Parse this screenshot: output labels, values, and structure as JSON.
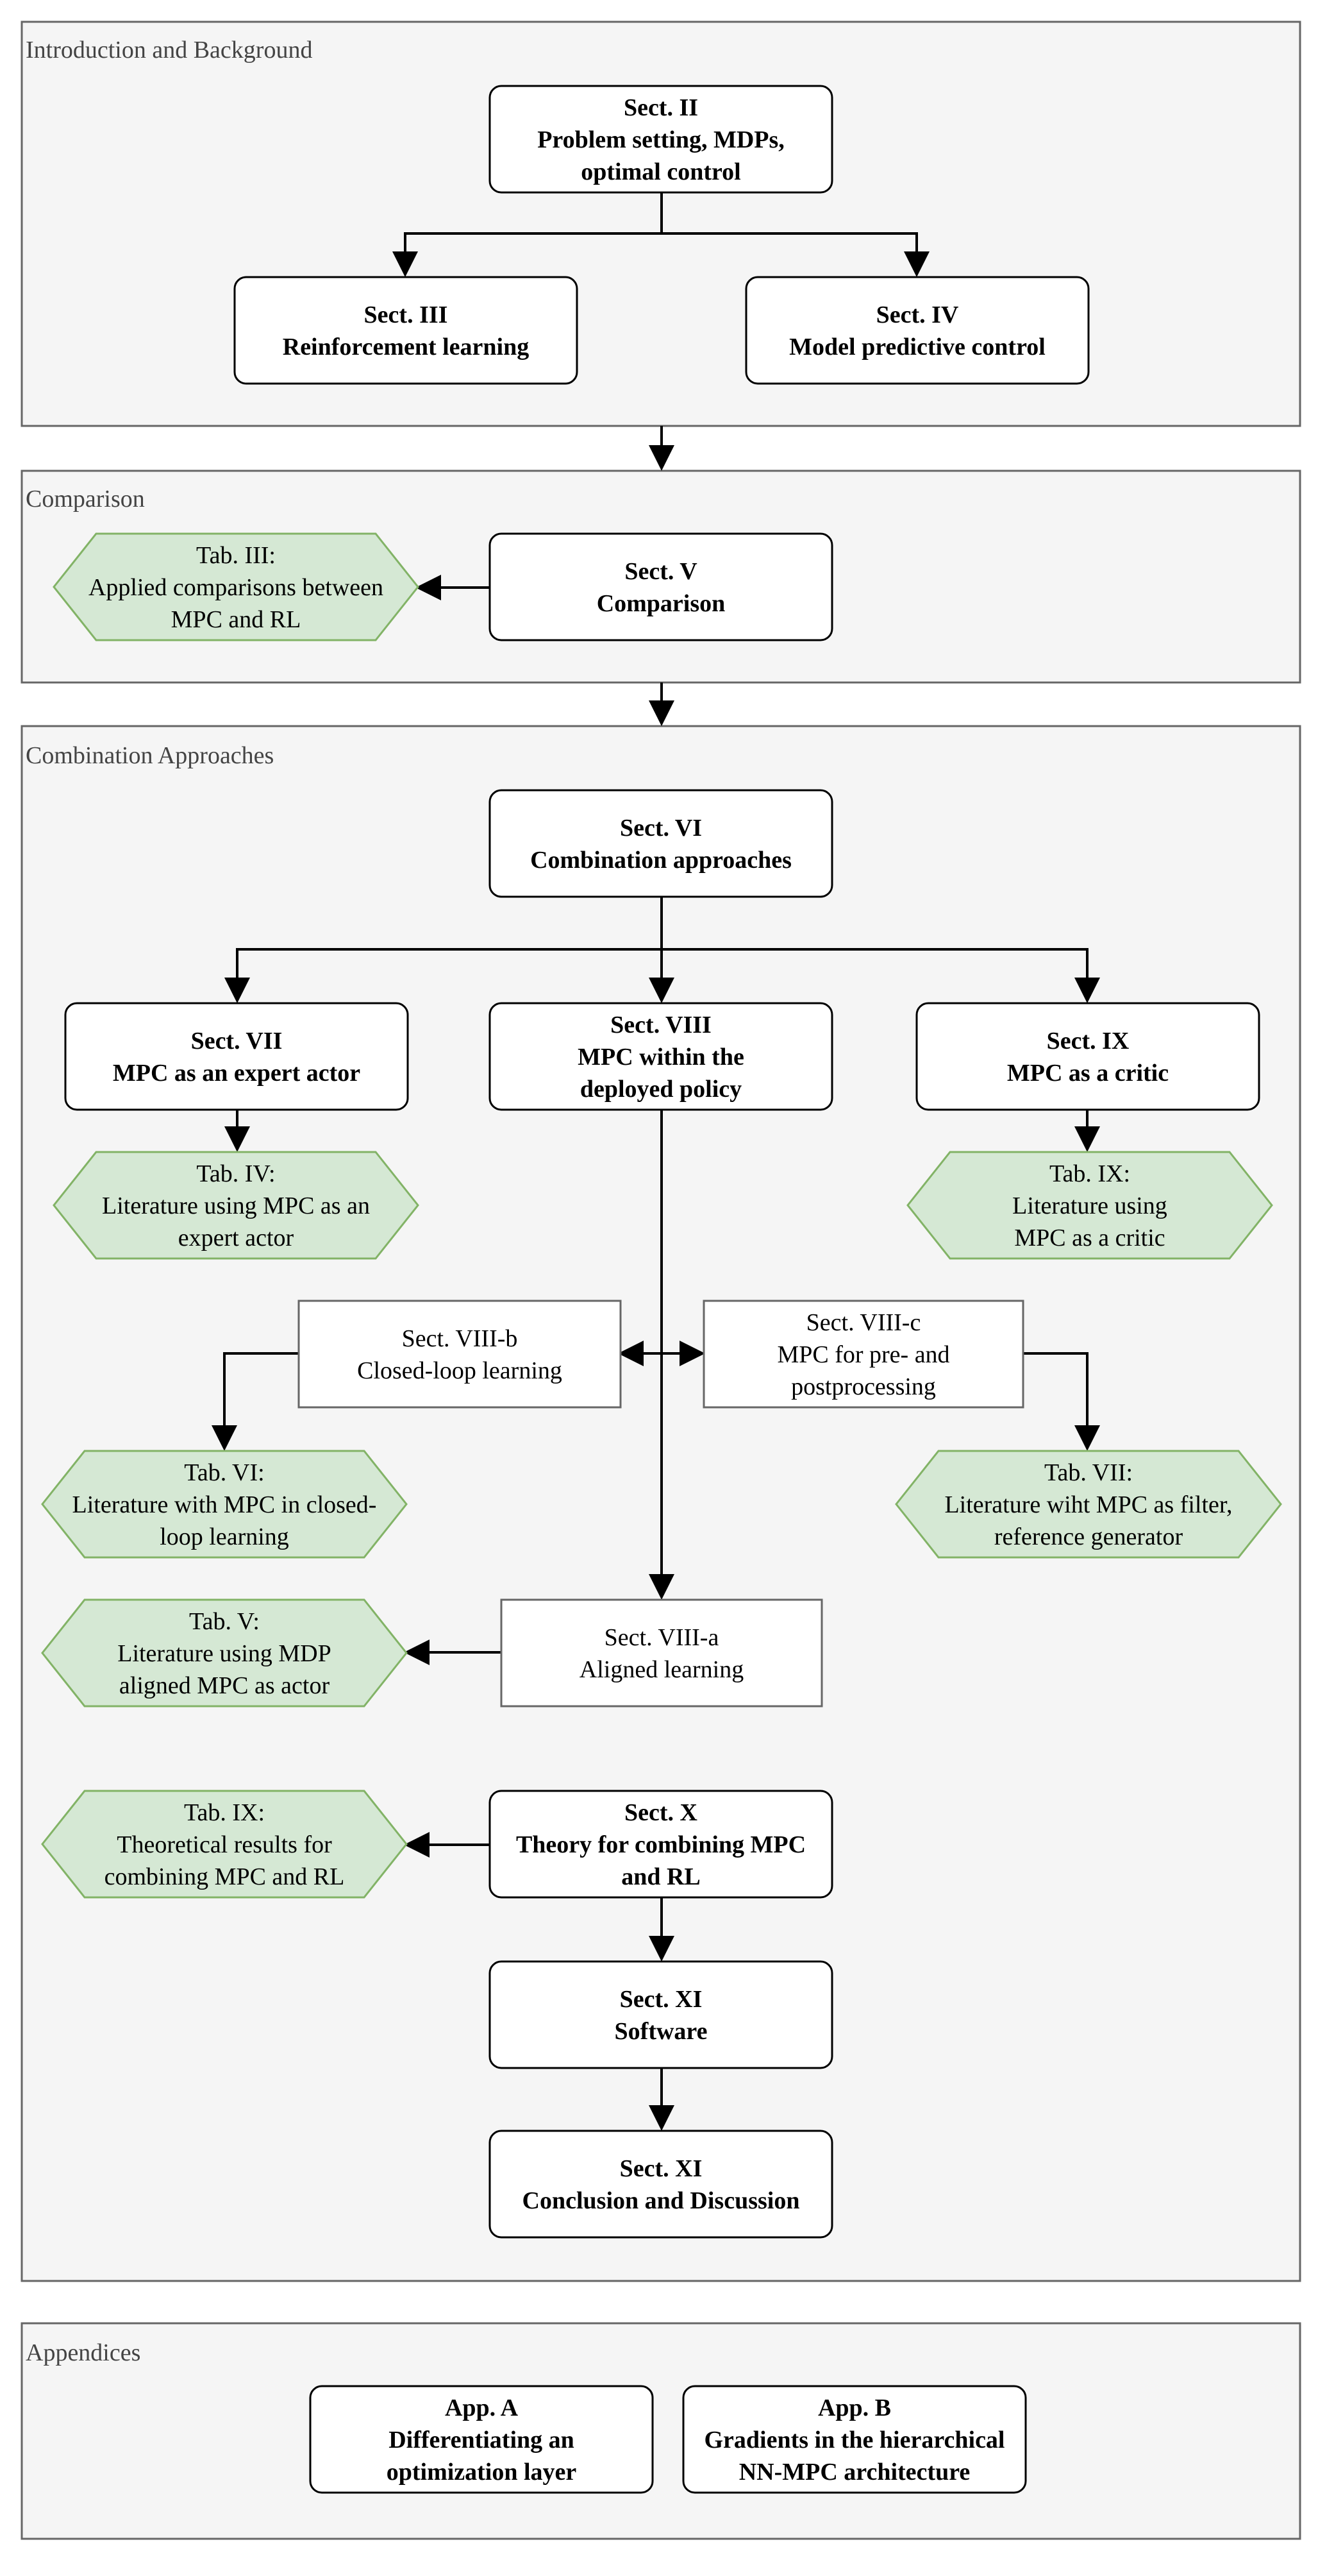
{
  "colors": {
    "group_fill": "#f5f5f5",
    "group_stroke": "#666666",
    "group_title": "#444444",
    "box_fill": "#ffffff",
    "box_stroke": "#000000",
    "plain_stroke": "#666666",
    "table_fill": "#d5e8d4",
    "table_stroke": "#82b366",
    "arrow": "#000000"
  },
  "groups": {
    "intro": "Introduction and Background",
    "comparison": "Comparison",
    "combination": "Combination Approaches",
    "appendices": "Appendices"
  },
  "nodes": {
    "sect_ii": [
      "Sect. II",
      "Problem setting, MDPs,",
      "optimal control"
    ],
    "sect_iii": [
      "Sect. III",
      "Reinforcement learning"
    ],
    "sect_iv": [
      "Sect. IV",
      "Model predictive control"
    ],
    "sect_v": [
      "Sect. V",
      "Comparison"
    ],
    "tab_iii": [
      "Tab. III:",
      "Applied comparisons between",
      "MPC and RL"
    ],
    "sect_vi": [
      "Sect. VI",
      "Combination approaches"
    ],
    "sect_vii": [
      "Sect. VII",
      "MPC as an expert actor"
    ],
    "sect_viii": [
      "Sect. VIII",
      "MPC within the",
      "deployed policy"
    ],
    "sect_ix": [
      "Sect. IX",
      "MPC as a critic"
    ],
    "tab_iv": [
      "Tab. IV:",
      "Literature using MPC as an",
      "expert actor"
    ],
    "tab_ix_critic": [
      "Tab. IX:",
      "Literature using",
      "MPC as a critic"
    ],
    "sect_viii_b": [
      "Sect. VIII-b",
      "Closed-loop learning"
    ],
    "sect_viii_c": [
      "Sect. VIII-c",
      "MPC for pre- and",
      "postprocessing"
    ],
    "tab_vi": [
      "Tab. VI:",
      "Literature with MPC in closed-",
      "loop learning"
    ],
    "tab_vii": [
      "Tab. VII:",
      "Literature wiht MPC as filter,",
      "reference generator"
    ],
    "tab_v": [
      "Tab. V:",
      "Literature using MDP",
      "aligned MPC as actor"
    ],
    "sect_viii_a": [
      "Sect. VIII-a",
      "Aligned learning"
    ],
    "tab_ix_theory": [
      "Tab. IX:",
      "Theoretical results for",
      "combining MPC and RL"
    ],
    "sect_x": [
      "Sect. X",
      "Theory for combining MPC",
      "and RL"
    ],
    "sect_xi_software": [
      "Sect. XI",
      "Software"
    ],
    "sect_xi_conclusion": [
      "Sect. XI",
      "Conclusion and Discussion"
    ],
    "app_a": [
      "App. A",
      "Differentiating an",
      "optimization layer"
    ],
    "app_b": [
      "App. B",
      "Gradients in the hierarchical",
      "NN-MPC architecture"
    ]
  }
}
